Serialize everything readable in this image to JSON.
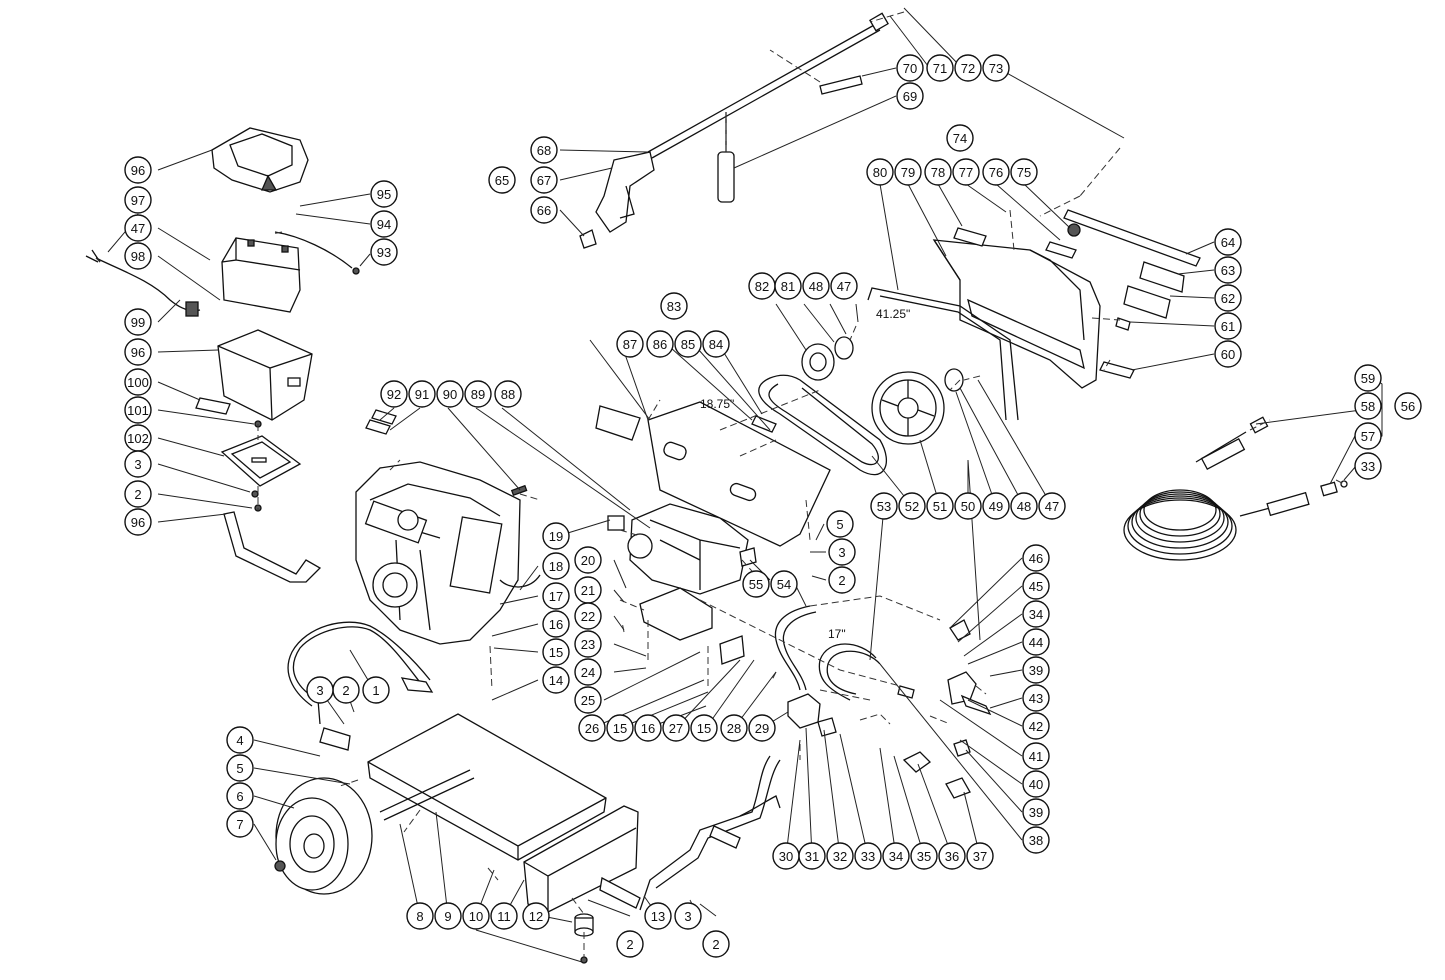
{
  "diagram": {
    "dimensions": {
      "belt_guard": "41.25\"",
      "belt_plate": "18.75\"",
      "hose": "17\""
    },
    "callouts": [
      "1",
      "2",
      "3",
      "4",
      "5",
      "6",
      "7",
      "8",
      "9",
      "10",
      "11",
      "12",
      "13",
      "14",
      "15",
      "16",
      "17",
      "18",
      "19",
      "20",
      "21",
      "22",
      "23",
      "24",
      "25",
      "26",
      "27",
      "28",
      "29",
      "30",
      "31",
      "32",
      "33",
      "34",
      "35",
      "36",
      "37",
      "38",
      "39",
      "40",
      "41",
      "42",
      "43",
      "44",
      "45",
      "46",
      "47",
      "48",
      "49",
      "50",
      "51",
      "52",
      "53",
      "54",
      "55",
      "56",
      "57",
      "58",
      "59",
      "60",
      "61",
      "62",
      "63",
      "64",
      "65",
      "66",
      "67",
      "68",
      "69",
      "70",
      "71",
      "72",
      "73",
      "74",
      "75",
      "76",
      "77",
      "78",
      "79",
      "80",
      "81",
      "82",
      "83",
      "84",
      "85",
      "86",
      "87",
      "88",
      "89",
      "90",
      "91",
      "92",
      "93",
      "94",
      "95",
      "96",
      "97",
      "98",
      "99",
      "100",
      "101",
      "102"
    ]
  }
}
